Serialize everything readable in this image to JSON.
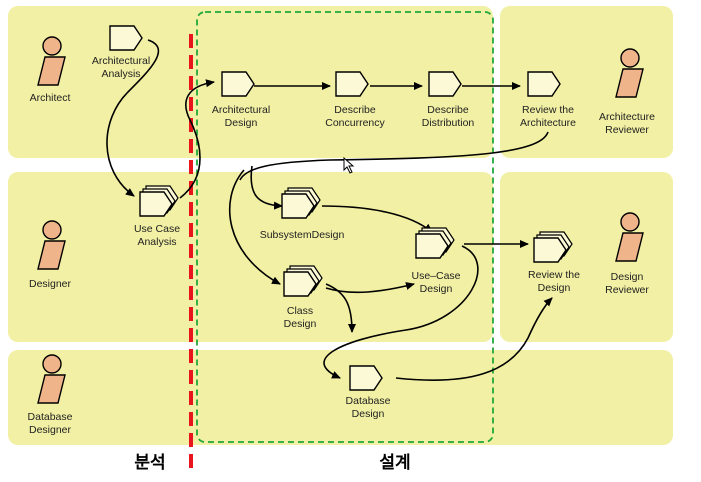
{
  "lanes": [
    {
      "role": "Architect",
      "right_role": "Architecture Reviewer"
    },
    {
      "role": "Designer",
      "right_role": "Design Reviewer"
    },
    {
      "role": "Database Designer"
    }
  ],
  "actors": {
    "architect": [
      "Architect"
    ],
    "designer": [
      "Designer"
    ],
    "database_designer": [
      "Database",
      "Designer"
    ],
    "architecture_reviewer": [
      "Architecture",
      "Reviewer"
    ],
    "design_reviewer": [
      "Design",
      "Reviewer"
    ]
  },
  "activities": {
    "architectural_analysis": [
      "Architectural",
      "Analysis"
    ],
    "architectural_design": [
      "Architectural",
      "Design"
    ],
    "describe_concurrency": [
      "Describe",
      "Concurrency"
    ],
    "describe_distribution": [
      "Describe",
      "Distribution"
    ],
    "review_architecture": [
      "Review the",
      "Architecture"
    ],
    "use_case_analysis": [
      "Use Case",
      "Analysis"
    ],
    "subsystem_design": [
      "SubsystemDesign"
    ],
    "use_case_design": [
      "Use–Case",
      "Design"
    ],
    "class_design": [
      "Class",
      "Design"
    ],
    "review_design": [
      "Review the",
      "Design"
    ],
    "database_design": [
      "Database",
      "Design"
    ]
  },
  "phases": {
    "analysis": "분석",
    "design": "설계"
  },
  "colors": {
    "lane_fill": "#f2f0a4",
    "actor_fill": "#f0b48a",
    "node_fill": "#fbf9d6",
    "analysis_line": "#e8161c",
    "design_box": "#21a83a"
  }
}
